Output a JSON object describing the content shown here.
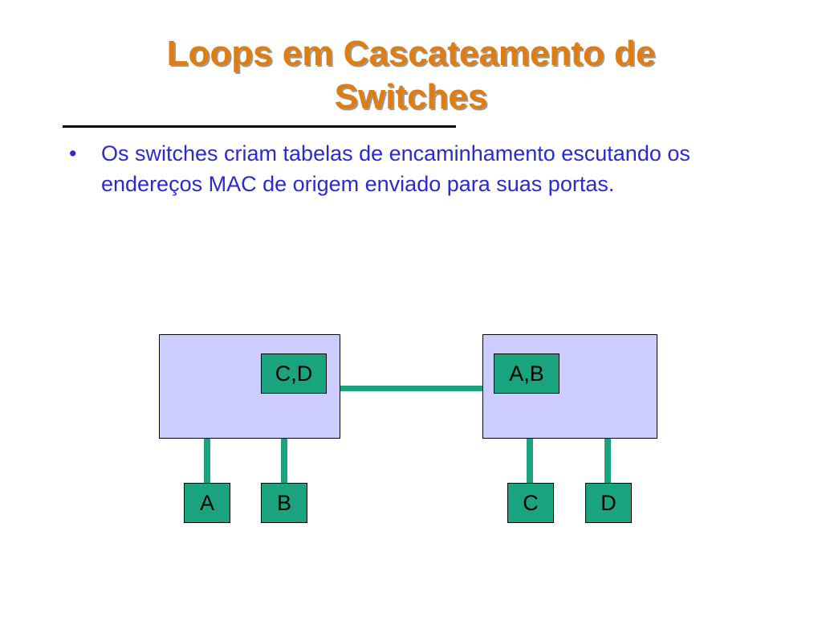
{
  "slide": {
    "title_line1": "Loops em Cascateamento de",
    "title_line2": "Switches",
    "bullet_marker": "•",
    "bullet_text": "Os switches criam tabelas de encaminhamento escutando os endereços MAC de origem enviado para suas portas."
  },
  "diagram": {
    "left_switch_table": "C,D",
    "right_switch_table": "A,B",
    "hosts": [
      "A",
      "B",
      "C",
      "D"
    ]
  },
  "colors": {
    "title": "#e07d10",
    "bullet": "#2a2ad0",
    "switch_fill": "#ccccff",
    "link": "#1aa37f"
  }
}
